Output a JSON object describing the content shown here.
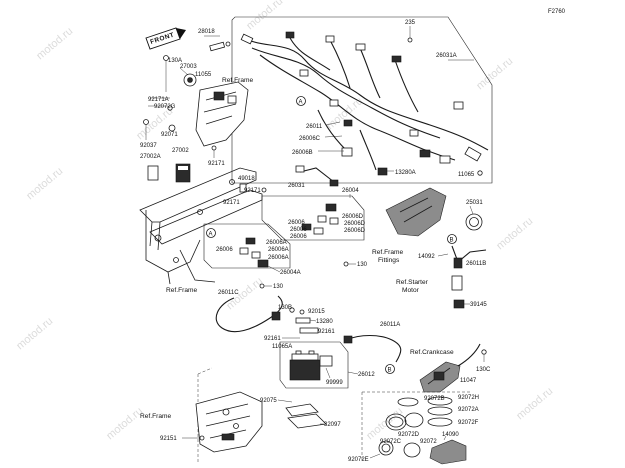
{
  "figure_code": "F2760",
  "front_label": "FRONT",
  "watermark": "motod.ru",
  "callouts": {
    "a": "A",
    "b": "B"
  },
  "references": {
    "frame_1": "Ref.Frame",
    "frame_2": "Ref.Frame",
    "frame_3": "Ref.Frame",
    "frame_fittings_1": "Ref.Frame",
    "frame_fittings_2": "Fittings",
    "starter_1": "Ref.Starter",
    "starter_2": "Motor",
    "crankcase": "Ref.Crankcase"
  },
  "parts": {
    "p235": "235",
    "p28018": "28018",
    "p26031A": "26031A",
    "p130A": "130A",
    "p27003": "27003",
    "p11055": "11055",
    "p92171A": "92171A",
    "p92072G": "92072G",
    "p92071": "92071",
    "p92037": "92037",
    "p27002A": "27002A",
    "p27002": "27002",
    "p92171_a": "92171",
    "p49018": "49018",
    "p92171_b": "92171",
    "p92171_c": "92171",
    "p26011": "26011",
    "p26006C": "26006C",
    "p26006B": "26006B",
    "p13280A": "13280A",
    "p11065": "11065",
    "p26031": "26031",
    "p26004": "26004",
    "p26006_a": "26006",
    "p26006D_a": "26006D",
    "p26006D_b": "26006D",
    "p26006_b": "26006",
    "p26006D_c": "26006D",
    "p26006_c": "26006",
    "p26006A_a": "26006A",
    "p26006A_b": "26006A",
    "p26006_d": "26006",
    "p26006A_c": "26006A",
    "p26004A": "26004A",
    "p130_a": "130",
    "p130_b": "130",
    "p25031": "25031",
    "p14092": "14092",
    "p26011B": "26011B",
    "p26011C": "26011C",
    "p130B": "130B",
    "p92015": "92015",
    "p13280": "13280",
    "p92161_a": "92161",
    "p92161_b": "92161",
    "p11065A": "11065A",
    "p26011A": "26011A",
    "p39145": "39145",
    "p26012": "26012",
    "p99999": "99999",
    "p11047": "11047",
    "p130C": "130C",
    "p92075": "92075",
    "p32097": "32097",
    "p92072B": "92072B",
    "p92072H": "92072H",
    "p92072A": "92072A",
    "p92072F": "92072F",
    "p92072D": "92072D",
    "p92072": "92072",
    "p14090": "14090",
    "p92072C": "92072C",
    "p92072E": "92072E",
    "p92151": "92151"
  }
}
